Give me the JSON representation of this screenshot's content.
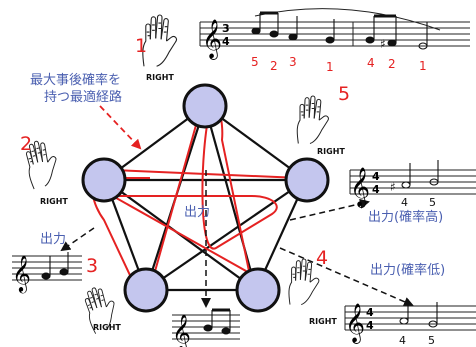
{
  "annotation": {
    "optimal_path_line1": "最大事後確率を",
    "optimal_path_line2": "持つ最適経路"
  },
  "nodes": [
    {
      "label": "1",
      "hand": "RIGHT"
    },
    {
      "label": "2",
      "hand": "RIGHT"
    },
    {
      "label": "3",
      "hand": "RIGHT"
    },
    {
      "label": "4",
      "hand": "RIGHT"
    },
    {
      "label": "5",
      "hand": "RIGHT"
    }
  ],
  "outputs": {
    "center": "出力",
    "left": "出力",
    "high": "出力(確率高)",
    "low": "出力(確率低)"
  },
  "scores": {
    "top": {
      "time_signature": [
        "3",
        "4"
      ],
      "fingering": [
        "5",
        "2",
        "3",
        "1",
        "4",
        "2",
        "1"
      ]
    },
    "high": {
      "time_signature": [
        "4",
        "4"
      ],
      "fingering": [
        "4",
        "5"
      ]
    },
    "low": {
      "time_signature": [
        "4",
        "4"
      ],
      "fingering": [
        "4",
        "5"
      ]
    }
  },
  "colors": {
    "node_fill": "#c4c6ee",
    "path": "#e52222",
    "label_blue": "#4a5fb0"
  }
}
